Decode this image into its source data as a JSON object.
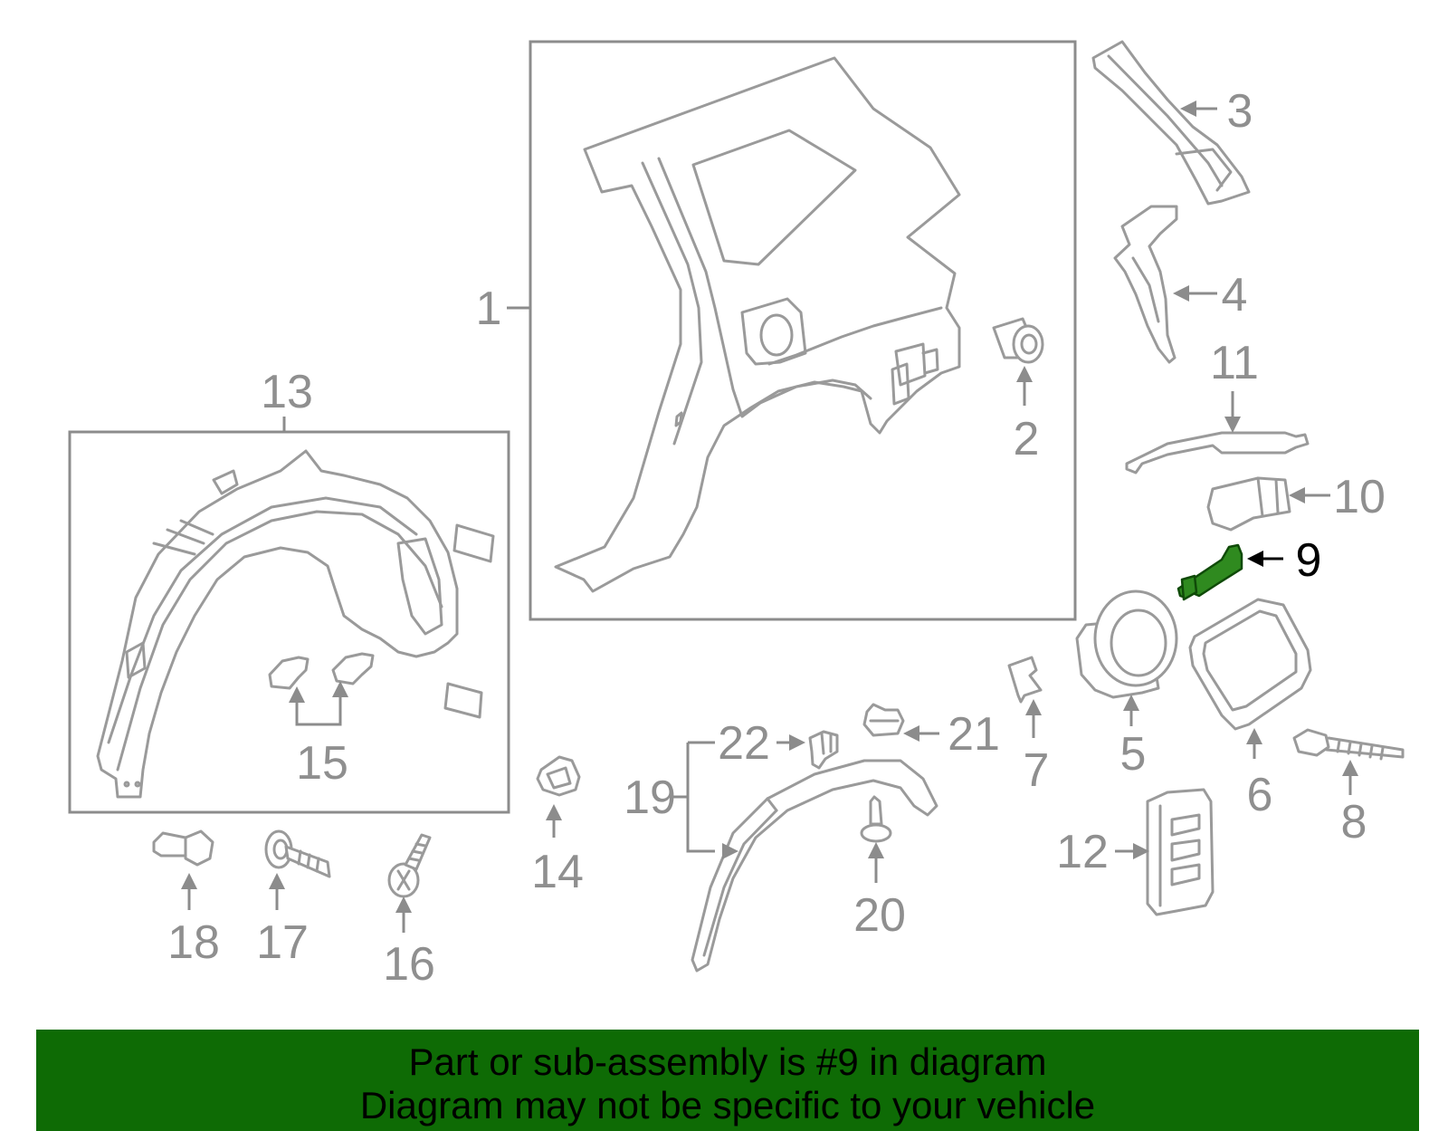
{
  "diagram": {
    "callouts": {
      "c1": "1",
      "c2": "2",
      "c3": "3",
      "c4": "4",
      "c5": "5",
      "c6": "6",
      "c7": "7",
      "c8": "8",
      "c9": "9",
      "c10": "10",
      "c11": "11",
      "c12": "12",
      "c13": "13",
      "c14": "14",
      "c15": "15",
      "c16": "16",
      "c17": "17",
      "c18": "18",
      "c19": "19",
      "c20": "20",
      "c21": "21",
      "c22": "22"
    },
    "highlighted_part": "9",
    "colors": {
      "highlight_part": "#2f8a1f",
      "banner_background": "#0e6b05",
      "line_gray": "#9a9a9a"
    }
  },
  "banner": {
    "line1": "Part or sub-assembly is #9 in diagram",
    "line2": "Diagram may not be specific to your vehicle"
  }
}
